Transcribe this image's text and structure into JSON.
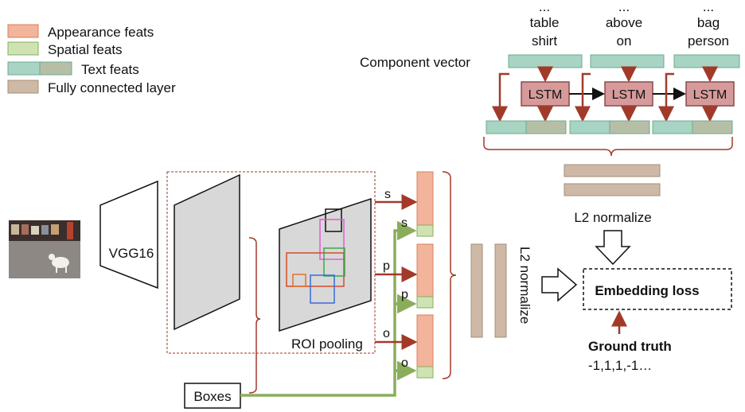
{
  "legend": [
    {
      "label": "Appearance feats",
      "color": "#f2b49a",
      "stroke": "#d9805a"
    },
    {
      "label": "Spatial feats",
      "color": "#cfe3b2",
      "stroke": "#8aad5c"
    },
    {
      "label": "Text feats",
      "color": "#a8d4c4",
      "color2": "#b6bfa6",
      "stroke": "#6fa891"
    },
    {
      "label": "Fully connected layer",
      "color": "#cdb9a5",
      "stroke": "#a48e78"
    }
  ],
  "top": {
    "component_vector_label": "Component vector",
    "words": [
      {
        "ellipsis": "...",
        "line1": "table",
        "line2": "shirt"
      },
      {
        "ellipsis": "...",
        "line1": "above",
        "line2": "on"
      },
      {
        "ellipsis": "...",
        "line1": "bag",
        "line2": "person"
      }
    ],
    "lstm_label": "LSTM",
    "l2_label": "L2 normalize"
  },
  "left": {
    "vgg_label": "VGG16",
    "roi_label": "ROI pooling",
    "boxes_label": "Boxes",
    "feature_letters": [
      "s",
      "s",
      "p",
      "p",
      "o",
      "o"
    ]
  },
  "middle": {
    "l2_vertical": "L2 normalize"
  },
  "right": {
    "embedding_loss": "Embedding loss",
    "ground_truth": "Ground truth",
    "gt_values": "-1,1,1,-1…"
  },
  "colors": {
    "appearance": "#f2b49a",
    "spatial": "#cfe3b2",
    "text_a": "#a8d4c4",
    "text_b": "#b6bfa6",
    "fc": "#cdb9a5",
    "lstm": "#d79a9a",
    "red_arrow": "#a23a2a",
    "green_arrow": "#8aad5c",
    "gray_panel": "#d8d8d8"
  }
}
